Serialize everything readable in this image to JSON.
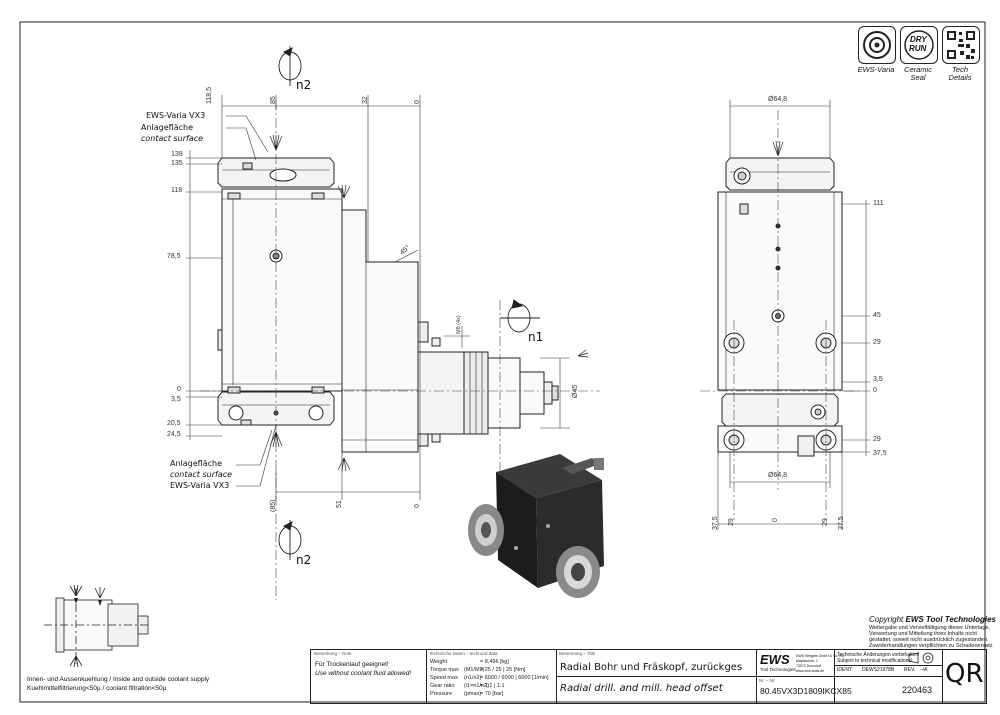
{
  "top_views": {
    "n2_label_top": "n2",
    "n2_label_bottom": "n2",
    "n1_label": "n1"
  },
  "left_view": {
    "dims_vertical_top": [
      "118,5",
      "85",
      "32",
      "0"
    ],
    "dims_left": [
      "139",
      "135",
      "118",
      "78,5",
      "0",
      "3,5",
      "20,5",
      "24,5"
    ],
    "dims_bottom": [
      "(85)",
      "51",
      "0"
    ],
    "chamfer": "45°",
    "thread": "M8 (4x)",
    "diameter": "Ø45",
    "callout_top_1": "EWS-Varia VX3",
    "callout_top_2": "Anlagefläche",
    "callout_top_3": "contact surface",
    "callout_bottom_1": "Anlagefläche",
    "callout_bottom_2": "contact surface",
    "callout_bottom_3": "EWS-Varia VX3"
  },
  "right_view": {
    "dia_top": "Ø64,8",
    "dia_bottom": "Ø64,8",
    "dims_right": [
      "111",
      "45",
      "29",
      "3,5",
      "0",
      "29",
      "37,5"
    ],
    "dims_bottom": [
      "37,5",
      "29",
      "0",
      "29",
      "37,5"
    ]
  },
  "icons": [
    {
      "name": "EWS-Varia",
      "caption": "EWS-Varia"
    },
    {
      "name": "Ceramic Seal",
      "caption_1": "Ceramic",
      "caption_2": "Seal",
      "badge_1": "DRY",
      "badge_2": "RUN"
    },
    {
      "name": "Tech Details",
      "caption_1": "Tech",
      "caption_2": "Details"
    }
  ],
  "coolant_note": {
    "line1": "Innen- und Aussenkuehlung / Inside and outside coolant supply",
    "line2": "Kuehlmittelfiltrierung<50µ / coolant filtration<50µ"
  },
  "copyright": {
    "title_prefix": "Copyright",
    "title_brand": "EWS Tool Technologies",
    "lines": [
      "Weitergabe und Vervielfältigung dieser Unterlage,",
      "Verwertung und Mitteilung ihres Inhalts nicht",
      "gestattet, soweit nicht ausdrücklich zugestanden.",
      "Zuwiderhandlungen verpflichten zu Schadenersatz."
    ]
  },
  "title_block": {
    "remark_head": "Bemerkung – Note",
    "remark_1": "Für Trockenlauf geeignet!",
    "remark_2": "Use without coolant fluid allowed!",
    "tech_head": "Technische Daten – technical data",
    "tech_rows": [
      {
        "de": "Weight",
        "unit": "",
        "val": "= 8,496 [kg]"
      },
      {
        "de": "Torque max",
        "unit": "(M1/M2)",
        "val": "= 25 / 25 | 25 [Nm]"
      },
      {
        "de": "Speed max",
        "unit": "(n1/n2)",
        "val": "= 6000 / 6000 | 6000 [1/min]"
      },
      {
        "de": "Gear ratio",
        "unit": "(i1=n1/n2)",
        "val": "= 1:1 | 1:1"
      },
      {
        "de": "Pressure",
        "unit": "(pmax)",
        "val": "= 70 [bar]"
      }
    ],
    "name_head": "Benennung – Title",
    "title_de": "Radial Bohr und Fräskopf, zurückges",
    "title_en": "Radial drill. and mill. head offset",
    "logo": "EWS",
    "logo_sub": "Tool Technologies",
    "company_lines": [
      "EWS Weigele GmbH & Co. KG",
      "Maybachstr. 1",
      "73072 Donzdorf",
      "www.ews-tools.de"
    ],
    "change_1": "Technische Änderungen vorbehalten!",
    "change_2": "Subject to technical modifications!",
    "ident_label": "IDENT",
    "ident_val": "DEWS21978B",
    "rev_label": "REV.",
    "rev_val": "–/A",
    "nr_label": "Nr. – Nr.",
    "part_no": "80.45VX3D1809IKCX85",
    "number": "220463",
    "qr": "QR"
  }
}
